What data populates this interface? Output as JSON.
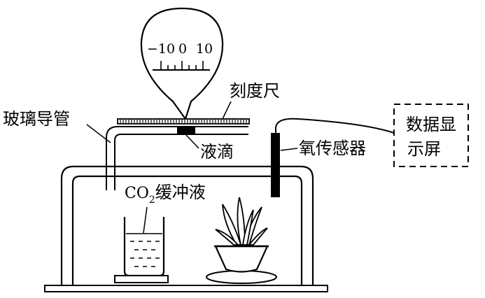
{
  "scale_reading": {
    "ticks": [
      "−10",
      "0",
      "10"
    ]
  },
  "labels": {
    "ruler": "刻度尺",
    "glass_tube": "玻璃导管",
    "droplet": "液滴",
    "oxygen_sensor": "氧传感器",
    "buffer_main": "CO",
    "buffer_sub": "2",
    "buffer_rest": "缓冲液",
    "display_line1": "数据显",
    "display_line2": "示屏"
  }
}
